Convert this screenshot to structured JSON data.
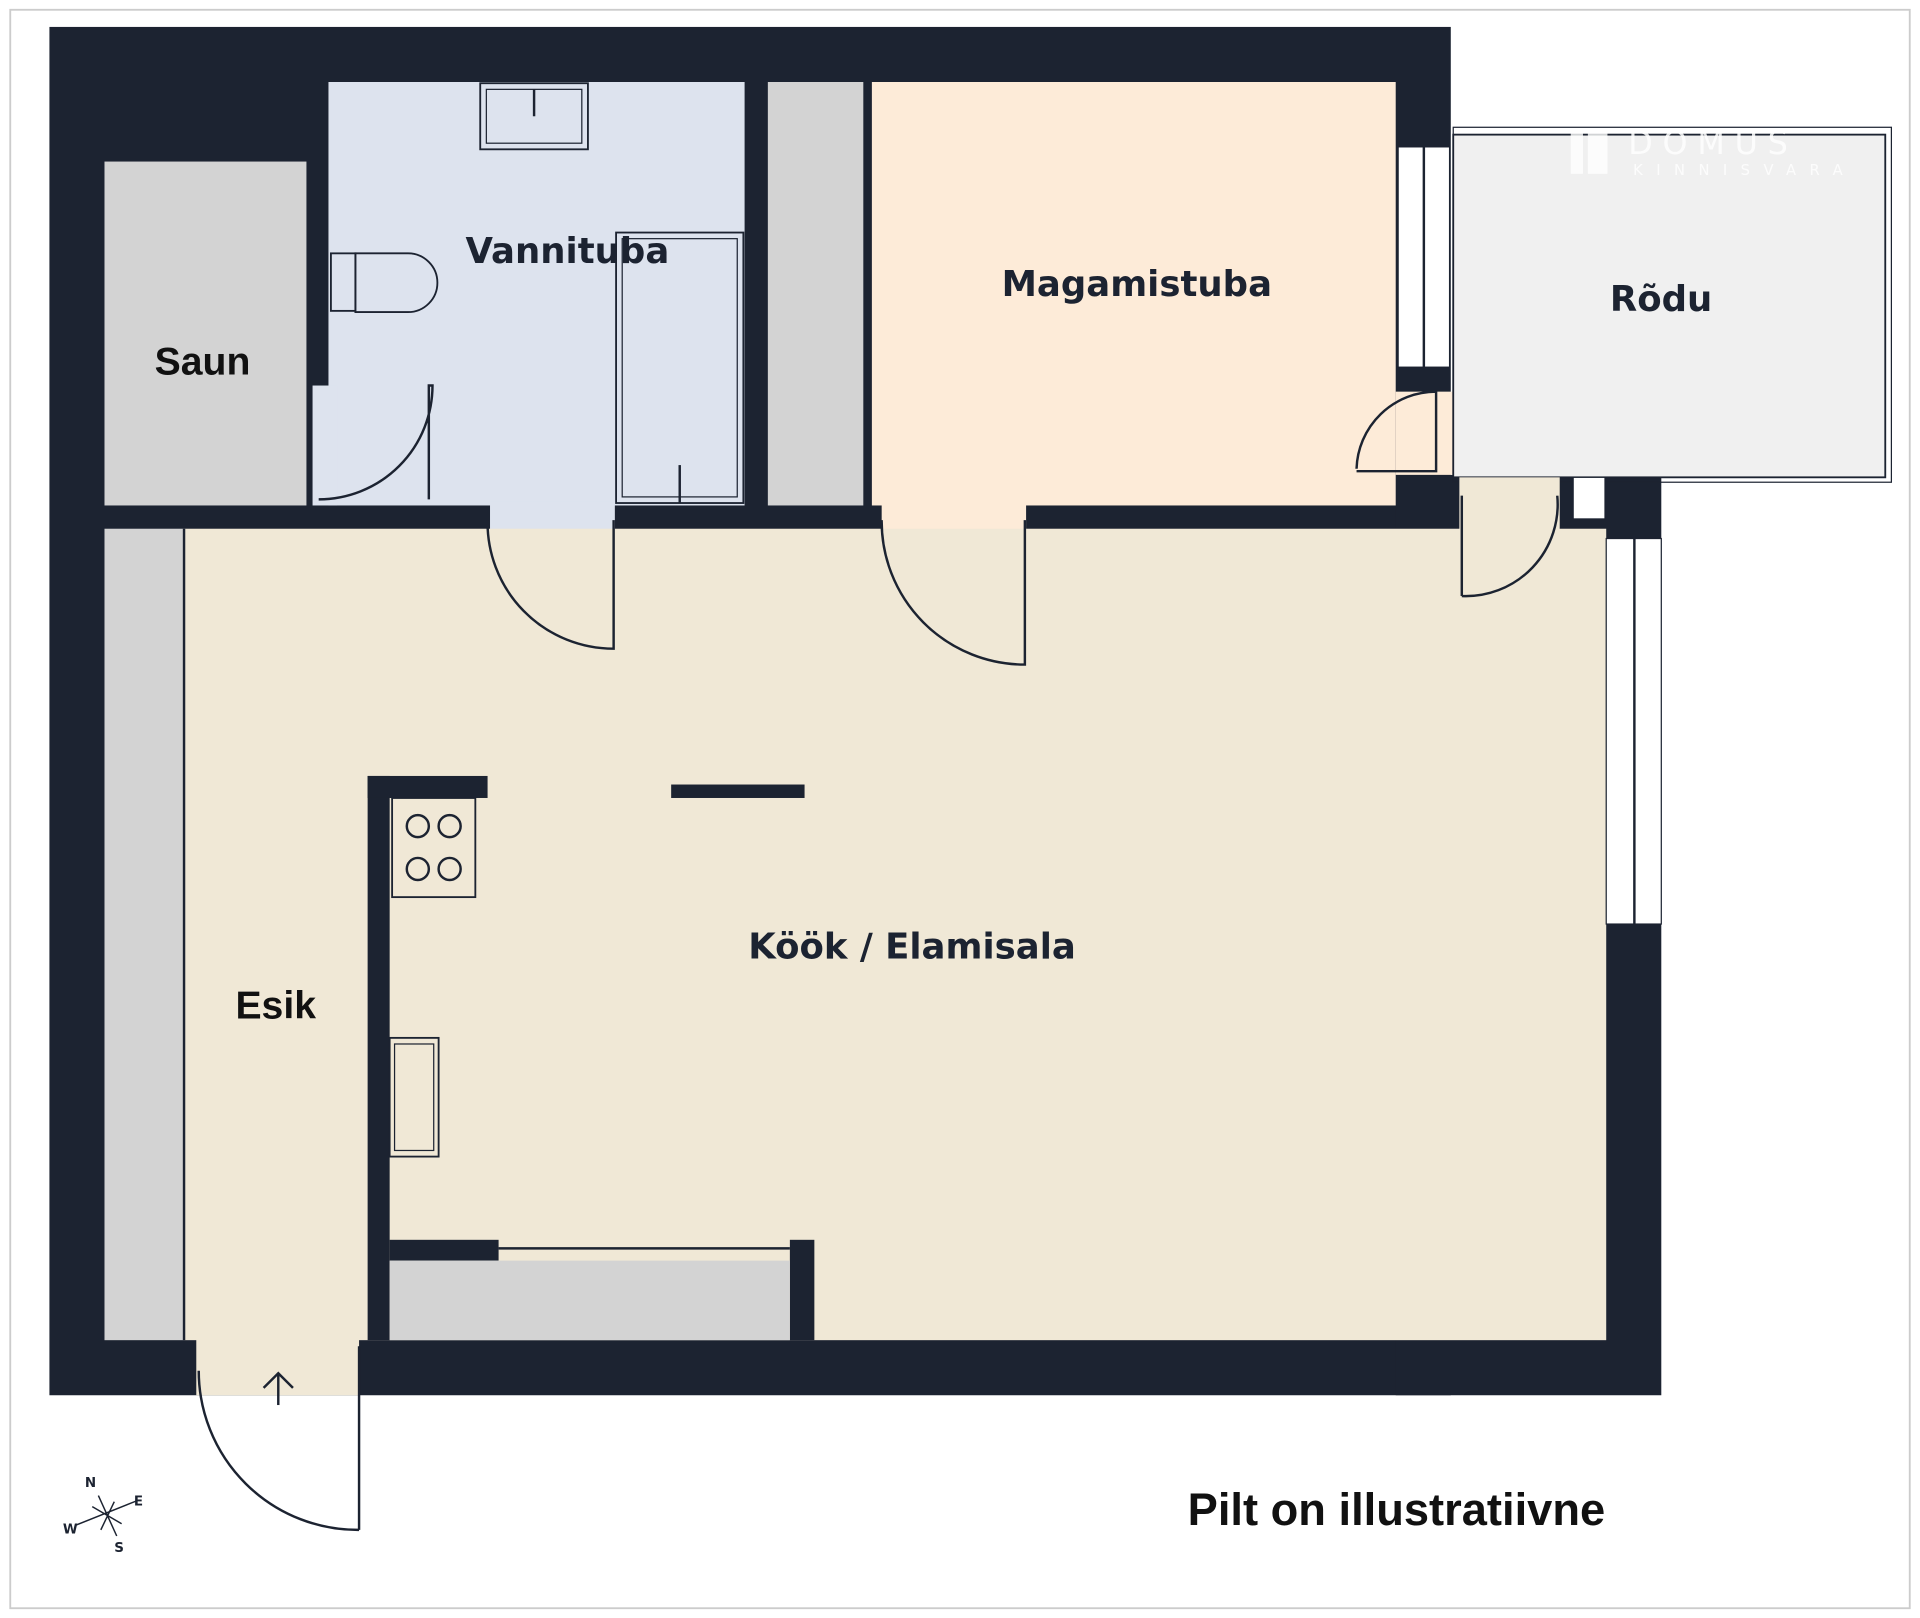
{
  "rooms": {
    "saun": "Saun",
    "vannituba": "Vannituba",
    "magamistuba": "Magamistuba",
    "rodu": "Rõdu",
    "kook": "Köök / Elamisala",
    "esik": "Esik"
  },
  "compass": {
    "n": "N",
    "e": "E",
    "s": "S",
    "w": "W"
  },
  "note": "Pilt on illustratiivne",
  "watermark": {
    "brand": "DOMUS",
    "sub": "KINNISVARA"
  },
  "colors": {
    "wall": "#1c2331",
    "bath": "#dde3ee",
    "bedroom": "#fdebd8",
    "living": "#f0e8d6",
    "storage": "#d3d3d3",
    "balcony": "#f0f0f0"
  }
}
